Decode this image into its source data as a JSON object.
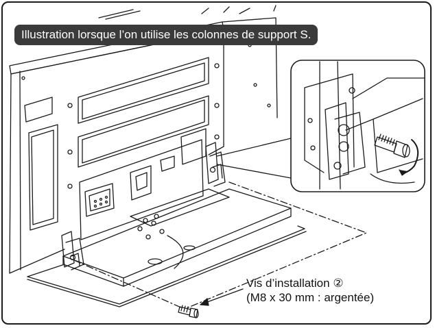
{
  "caption": "Illustration lorsque l’on utilise les colonnes de support S.",
  "callout": {
    "line1": "Vis d’installation ②",
    "line2": "(M8 x 30 mm : argentée)"
  },
  "colors": {
    "banner_bg": "#3a3a3a",
    "banner_text": "#ffffff",
    "line": "#1a1a1a",
    "frame": "#1a1a1a"
  },
  "icons": [
    "screw-icon",
    "rotation-arrow-icon"
  ]
}
